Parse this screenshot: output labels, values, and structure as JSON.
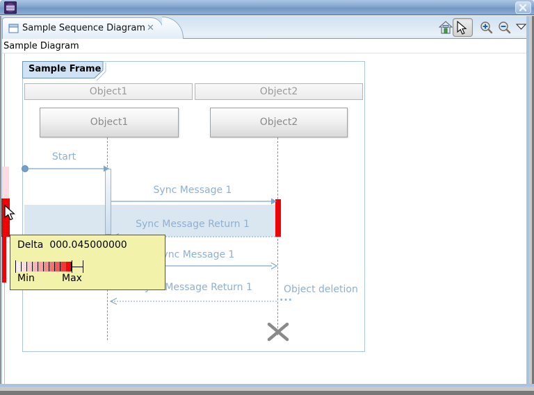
{
  "titlebar": {
    "app_icon": "eclipse-logo-icon",
    "close_icon": "window-close-icon"
  },
  "tabbar": {
    "tab": {
      "icon": "sequence-view-icon",
      "label": "Sample Sequence Diagram",
      "close_glyph": "✕"
    },
    "toolbar": {
      "home_icon": "home-icon",
      "pointer_icon": "pointer-select-icon",
      "zoom_in_icon": "zoom-in-icon",
      "zoom_out_icon": "zoom-out-icon",
      "menu_icon": "view-menu-dropdown-icon"
    }
  },
  "view_header": {
    "title": "Sample Diagram"
  },
  "diagram": {
    "frame_label": "Sample Frame",
    "lifelines": [
      {
        "header": "Object1",
        "box": "Object1"
      },
      {
        "header": "Object2",
        "box": "Object2"
      }
    ],
    "messages": {
      "start": "Start",
      "sync1": "Sync Message 1",
      "sync1_return": "Sync Message Return 1",
      "async1": "Async Message 1",
      "async1_return": "Async Message Return 1"
    },
    "object_deletion": "Object deletion",
    "continuation": "...",
    "colors": {
      "message_text": "#8cb0d4",
      "highlight_fill": "#dbe7f0",
      "activation_red": "#ee0404",
      "frame_border": "#a9c6de"
    }
  },
  "tooltip": {
    "delta_label": "Delta",
    "delta_value": "000.045000000",
    "min_label": "Min",
    "max_label": "Max",
    "scale_colors": [
      "#fdeeee",
      "#fbdcdc",
      "#f9caca",
      "#f7b6b6",
      "#f5a2a2",
      "#f38c8c",
      "#f17474",
      "#ef5a5a",
      "#ee3a3a",
      "#ee0c0c"
    ]
  },
  "compression_bar": {
    "segments": [
      {
        "name": "delta-low",
        "color": "#fbdce0",
        "selected": false
      },
      {
        "name": "delta-max-selected",
        "color": "#ee0404",
        "selected": true
      },
      {
        "name": "delta-max",
        "color": "#ee0404",
        "selected": false
      }
    ]
  }
}
